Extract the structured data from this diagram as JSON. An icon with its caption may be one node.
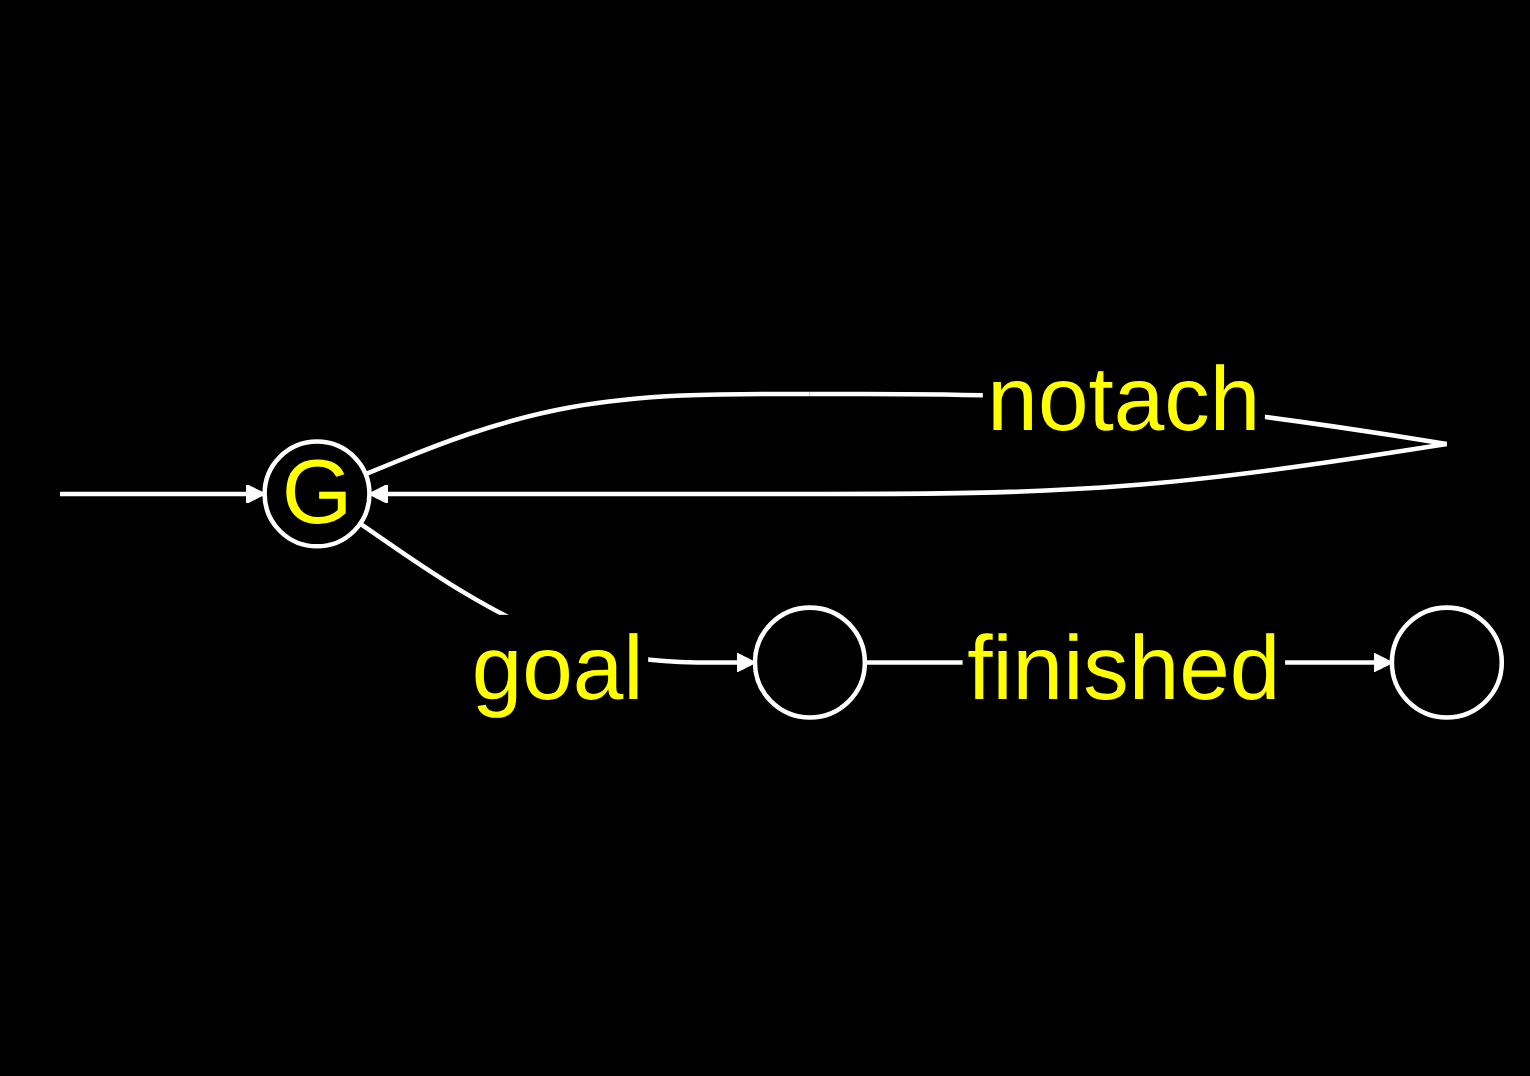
{
  "diagram": {
    "nodes": [
      {
        "text": [
          "G"
        ]
      },
      {
        "text": [],
        "shape": "circle"
      },
      {
        "text": [],
        "shape": "circle"
      }
    ],
    "edges": [
      {
        "from": null,
        "to": 0,
        "arrow": "to"
      },
      {
        "from": 0,
        "to": 0,
        "label": "notach",
        "arrow": "to"
      },
      {
        "from": 0,
        "to": 1,
        "label": "goal",
        "arrow": "to"
      },
      {
        "from": 1,
        "to": 2,
        "label": "finished",
        "arrow": "to"
      }
    ]
  }
}
